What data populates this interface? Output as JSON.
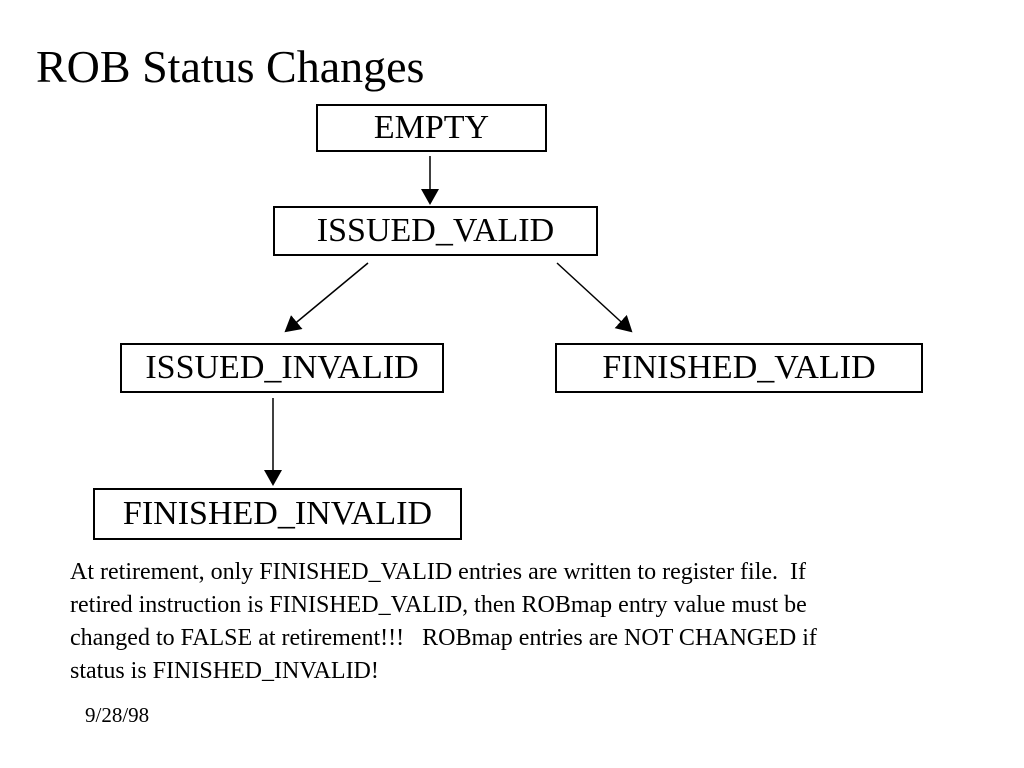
{
  "slide": {
    "title": "ROB Status Changes",
    "date": "9/28/98",
    "diagram": {
      "nodes": [
        {
          "id": "EMPTY",
          "label": "EMPTY"
        },
        {
          "id": "ISSUED_VALID",
          "label": "ISSUED_VALID"
        },
        {
          "id": "ISSUED_INVALID",
          "label": "ISSUED_INVALID"
        },
        {
          "id": "FINISHED_VALID",
          "label": "FINISHED_VALID"
        },
        {
          "id": "FINISHED_INVALID",
          "label": "FINISHED_INVALID"
        }
      ],
      "edges": [
        {
          "from": "EMPTY",
          "to": "ISSUED_VALID"
        },
        {
          "from": "ISSUED_VALID",
          "to": "ISSUED_INVALID"
        },
        {
          "from": "ISSUED_VALID",
          "to": "FINISHED_VALID"
        },
        {
          "from": "ISSUED_INVALID",
          "to": "FINISHED_INVALID"
        }
      ]
    },
    "body_lines": [
      "At retirement, only FINISHED_VALID entries are written to register file.  If",
      "retired instruction is FINISHED_VALID, then ROBmap entry value must be",
      "changed to FALSE at retirement!!!   ROBmap entries are NOT CHANGED if",
      "status is FINISHED_INVALID!"
    ],
    "colors": {
      "background": "#ffffff",
      "text": "#000000",
      "box_border": "#000000",
      "arrow": "#000000"
    }
  }
}
